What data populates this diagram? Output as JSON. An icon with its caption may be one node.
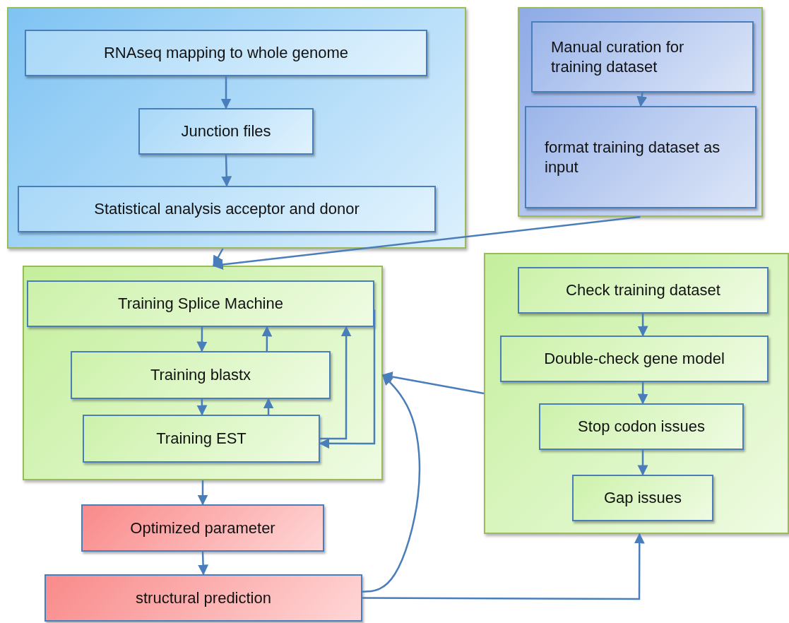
{
  "diagram": {
    "nodes": [
      {
        "text": [],
        "shape": "box"
      },
      {
        "text": [
          "RNAseq mapping to whole genome"
        ],
        "in": 0
      },
      {
        "text": [
          "Junction files"
        ],
        "in": 0
      },
      {
        "text": [
          "Statistical analysis acceptor and donor"
        ],
        "in": 0
      },
      {
        "text": [],
        "shape": "box"
      },
      {
        "text": [
          "Manual curation for training dataset"
        ],
        "in": 4
      },
      {
        "text": [
          "format training dataset as input"
        ],
        "in": 4
      },
      {
        "text": [],
        "shape": "box"
      },
      {
        "text": [
          "Training Splice Machine"
        ],
        "in": 7
      },
      {
        "text": [
          "Training blastx"
        ],
        "in": 7
      },
      {
        "text": [
          "Training EST"
        ],
        "in": 7
      },
      {
        "text": [],
        "shape": "box"
      },
      {
        "text": [
          "Check training dataset"
        ],
        "in": 11
      },
      {
        "text": [
          "Double-check gene model"
        ],
        "in": 11
      },
      {
        "text": [
          "Stop codon issues"
        ],
        "in": 11
      },
      {
        "text": [
          "Gap issues"
        ],
        "in": 11
      },
      {
        "text": [
          "Optimized parameter"
        ]
      },
      {
        "text": [
          "structural prediction"
        ]
      }
    ],
    "edges": [
      {
        "from": 1,
        "to": 2,
        "arrow": "to"
      },
      {
        "from": 2,
        "to": 3,
        "arrow": "to"
      },
      {
        "from": 5,
        "to": 6,
        "arrow": "to"
      },
      {
        "from": 0,
        "to": 7,
        "arrow": "to"
      },
      {
        "from": 4,
        "to": 7,
        "arrow": "to"
      },
      {
        "from": 8,
        "to": 9,
        "arrow": "to"
      },
      {
        "from": 9,
        "to": 8,
        "arrow": "to"
      },
      {
        "from": 9,
        "to": 10,
        "arrow": "to"
      },
      {
        "from": 10,
        "to": 9,
        "arrow": "to"
      },
      {
        "from": 10,
        "to": 8,
        "arrow": "to"
      },
      {
        "from": 8,
        "to": 10,
        "arrow": "to"
      },
      {
        "from": 12,
        "to": 13,
        "arrow": "to"
      },
      {
        "from": 13,
        "to": 14,
        "arrow": "to"
      },
      {
        "from": 14,
        "to": 15,
        "arrow": "to"
      },
      {
        "from": 11,
        "to": 7,
        "arrow": "to"
      },
      {
        "from": 7,
        "to": 16,
        "arrow": "to"
      },
      {
        "from": 16,
        "to": 17,
        "arrow": "to"
      },
      {
        "from": 17,
        "to": 7,
        "arrow": "to"
      },
      {
        "from": 17,
        "to": 11,
        "arrow": "to"
      }
    ]
  }
}
